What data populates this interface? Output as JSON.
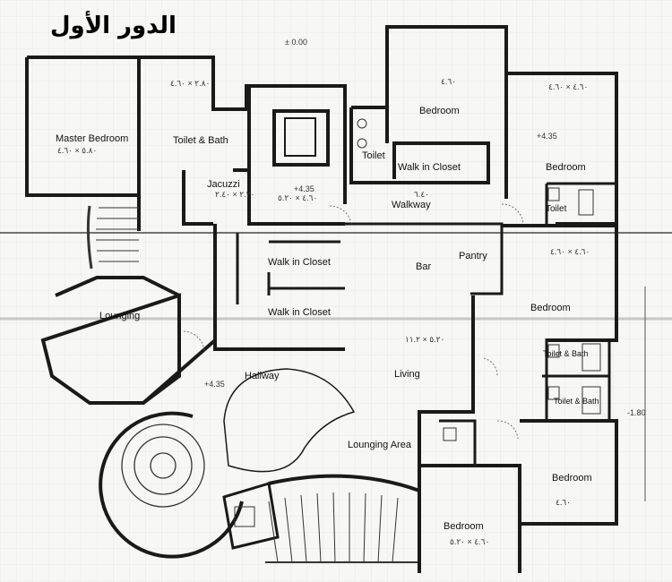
{
  "title": "الدور الأول",
  "base_level": "± 0.00",
  "rooms": {
    "master_bedroom": "Master Bedroom",
    "toilet_bath_1": "Toilet & Bath",
    "jacuzzi": "Jacuzzi",
    "toilet_1": "Toilet",
    "walk_in_closet_1": "Walk in Closet",
    "bedroom_top": "Bedroom",
    "bedroom_top_right": "Bedroom",
    "toilet_2": "Toilet",
    "walkway": "Walkway",
    "walk_in_closet_2": "Walk in Closet",
    "walk_in_closet_3": "Walk in Closet",
    "bar": "Bar",
    "pantry": "Pantry",
    "bedroom_right": "Bedroom",
    "lounging": "Lounging",
    "hallway": "Hallway",
    "living": "Living",
    "toilet_bath_2": "Toilet & Bath",
    "toilet_bath_3": "Toilet & Bath",
    "lounging_area": "Lounging Area",
    "bedroom_lower_right": "Bedroom",
    "bedroom_bottom": "Bedroom"
  },
  "levels": {
    "master_suite": "+4.35",
    "bedroom_top_right": "+4.35",
    "hallway": "+4.35",
    "exterior": "-1.80"
  },
  "dimensions": {
    "master_bedroom": "٥.٨٠ × ٤.٦٠",
    "toilet_bath_1": "٢.٨٠ × ٤.٦٠",
    "jacuzzi": "٢.٢٠ × ٢.٤٠",
    "stair_room": "٤.٦٠ × ٥.٢٠",
    "bedroom_top": "٤.٦٠",
    "bedroom_top_right": "٤.٦٠ × ٤.٦٠",
    "walkway": "٦.٤٠",
    "bedroom_right": "٤.٦٠ × ٤.٦٠",
    "living": "٥.٢٠ × ١١.٢",
    "bedroom_lower_right": "٤.٦٠",
    "bedroom_bottom": "٤.٦٠ × ٥.٢٠"
  },
  "colors": {
    "wall": "#1a1a1a",
    "paper": "#f7f7f5",
    "grid": "#dcdcdc"
  }
}
